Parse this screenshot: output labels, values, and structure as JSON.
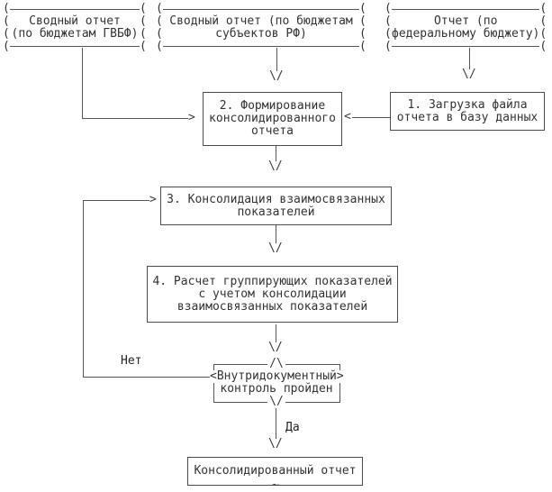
{
  "diagram": {
    "background_color": "#ffffff",
    "line_color": "#555555",
    "text_color": "#333333",
    "nodes": {
      "summary_gvbf": {
        "line1": "Сводный отчет",
        "line2": "(по бюджетам ГВБФ)"
      },
      "summary_subjects": {
        "line1": "Сводный отчет (по бюджетам",
        "line2": "субъектов РФ)"
      },
      "federal": {
        "line1": "Отчет (по",
        "line2": "федеральному бюджету)"
      },
      "step1": {
        "line1": "1. Загрузка файла",
        "line2": "отчета в базу данных"
      },
      "step2": {
        "line1": "2. Формирование",
        "line2": "консолидированного",
        "line3": "отчета"
      },
      "step3": {
        "line1": "3. Консолидация взаимосвязанных",
        "line2": "показателей"
      },
      "step4": {
        "line1": "4. Расчет группирующих показателей",
        "line2": "с учетом консолидации",
        "line3": "взаимосвязанных показателей"
      },
      "decision": {
        "line1": "<Внутридокументный>",
        "line2": "контроль пройден"
      },
      "result": {
        "line1": "Консолидированный отчет"
      }
    },
    "labels": {
      "no": "Нет",
      "yes": "Да"
    },
    "glyphs": {
      "paren_column": "(\n(\n(\n(",
      "arrow_down": "\\/",
      "notch_up": "/\\",
      "arrow_right": ">",
      "arrow_left": "<",
      "continuation": "~"
    }
  }
}
